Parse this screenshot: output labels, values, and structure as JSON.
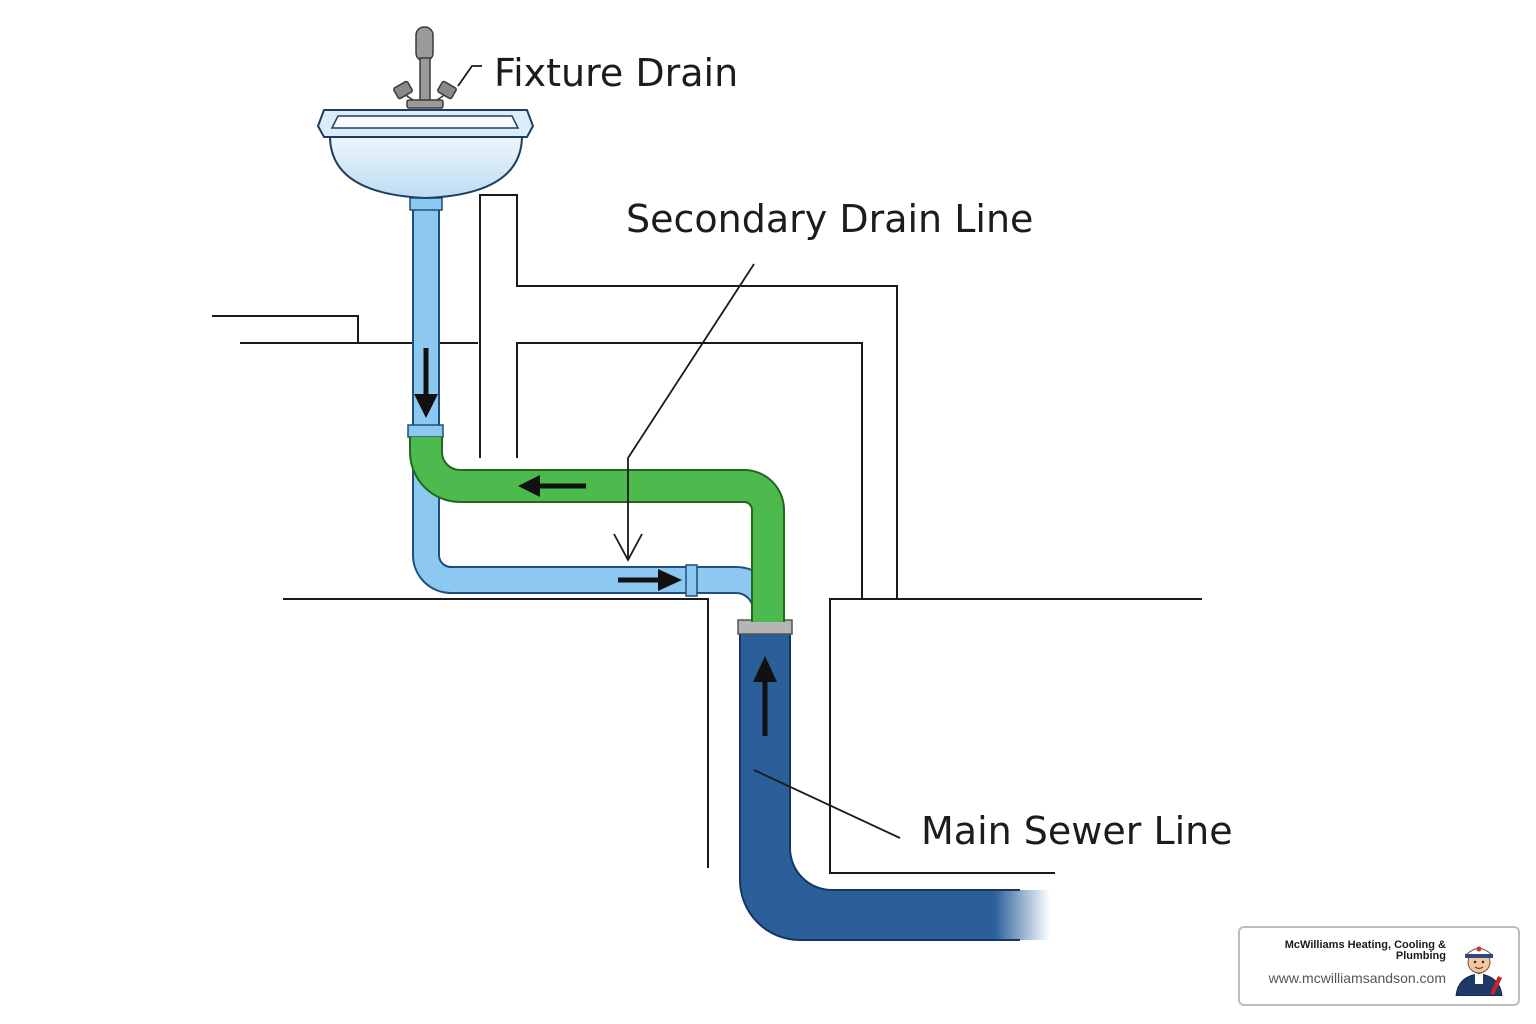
{
  "labels": {
    "fixture_drain": "Fixture Drain",
    "secondary_drain_line": "Secondary Drain Line",
    "main_sewer_line": "Main Sewer Line"
  },
  "brand": {
    "name": "McWilliams Heating, Cooling & Plumbing",
    "url": "www.mcwilliamsandson.com",
    "avatar_icon": "plumber-mascot-icon"
  },
  "pipes": {
    "fixture_drain_color": "#8cc8ef",
    "secondary_drain_color": "#4cba4c",
    "main_sewer_color": "#2a5f9a"
  },
  "icons": [
    "faucet-icon",
    "sink-basin-icon",
    "flow-arrow-icon"
  ]
}
